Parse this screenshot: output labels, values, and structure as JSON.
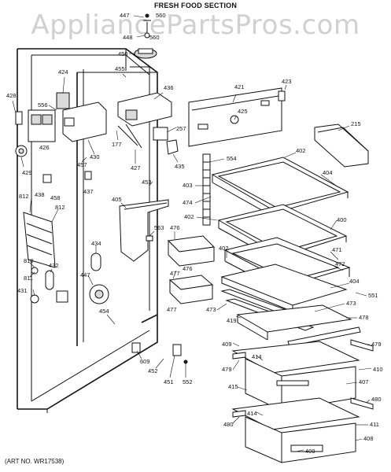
{
  "title": "FRESH FOOD SECTION",
  "watermark": "AppliancePartsPros.com",
  "art_number": "(ART NO. WR17538)",
  "callouts": [
    "447",
    "560",
    "448",
    "560",
    "450",
    "455",
    "424",
    "556",
    "428",
    "426",
    "429",
    "436",
    "430",
    "457",
    "177",
    "427",
    "438",
    "458",
    "437",
    "421",
    "425",
    "423",
    "215",
    "257",
    "435",
    "554",
    "402",
    "404",
    "403",
    "474",
    "402",
    "400",
    "405",
    "812",
    "812",
    "453",
    "434",
    "563",
    "476",
    "477",
    "476",
    "477",
    "402",
    "471",
    "472",
    "810",
    "811",
    "432",
    "431",
    "447",
    "454",
    "404",
    "551",
    "473",
    "473",
    "419",
    "478",
    "409",
    "414",
    "479",
    "479",
    "609",
    "452",
    "451",
    "552",
    "410",
    "407",
    "415",
    "480",
    "414",
    "480",
    "411",
    "408",
    "409"
  ]
}
